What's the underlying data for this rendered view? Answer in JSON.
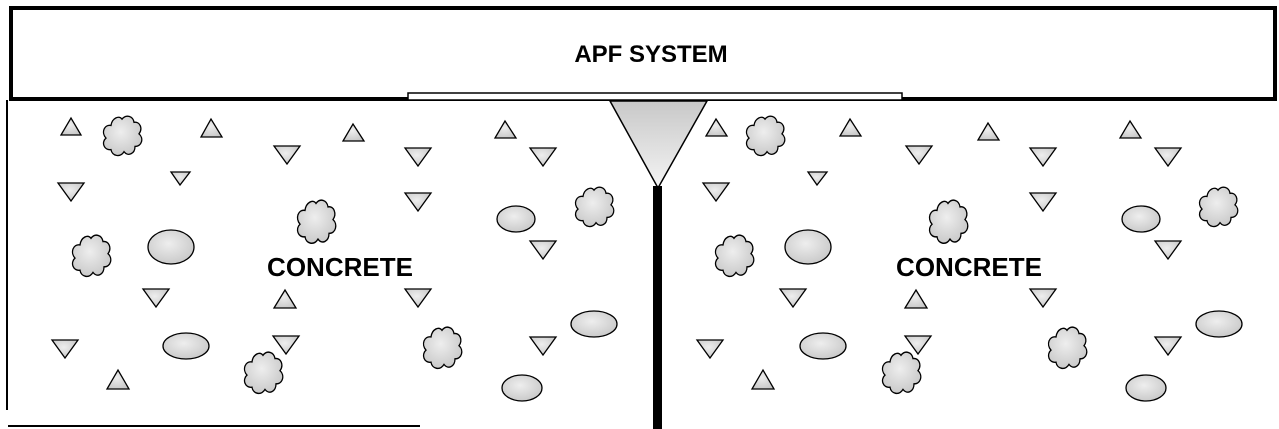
{
  "system": {
    "label": "APF SYSTEM"
  },
  "slabs": {
    "left_label": "CONCRETE",
    "right_label": "CONCRETE"
  },
  "colors": {
    "line": "#000000",
    "aggregate_fill": "#d9d9d9",
    "joint_sealant_top": "#cfcfcf",
    "joint_sealant_bottom": "#ffffff",
    "background": "#ffffff"
  }
}
